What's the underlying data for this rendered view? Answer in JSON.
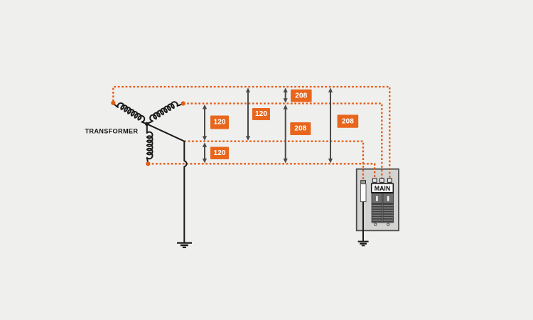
{
  "diagram": {
    "transformer": {
      "label": "TRANSFORMER"
    },
    "panel": {
      "main_breaker_label": "MAIN"
    },
    "measurements": [
      {
        "id": "phase-b-to-neutral",
        "value": "120"
      },
      {
        "id": "neutral-to-phase-c",
        "value": "120"
      },
      {
        "id": "phase-a-to-neutral",
        "value": "120"
      },
      {
        "id": "phase-a-to-phase-b",
        "value": "208"
      },
      {
        "id": "phase-b-to-phase-c",
        "value": "208"
      },
      {
        "id": "phase-a-to-phase-c",
        "value": "208"
      }
    ],
    "colors": {
      "background": "#efefee",
      "wire_dashed": "#e8580f",
      "terminal_dot": "#e25c12",
      "label_background": "#e8661c",
      "label_text": "#ffffff",
      "arrow": "#4a4a4a",
      "conductor": "#1b1b1b",
      "panel_fill": "#d3d3d2"
    }
  }
}
